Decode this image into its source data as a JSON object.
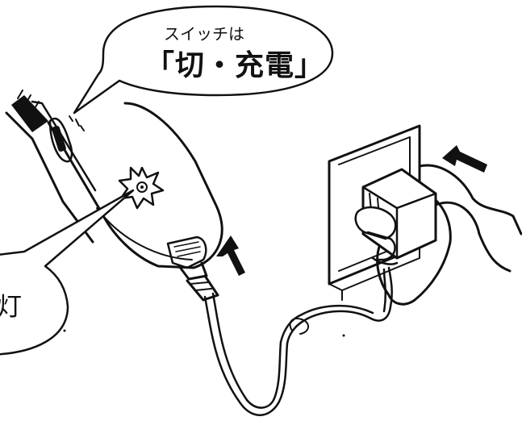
{
  "callouts": {
    "switch": {
      "line1": "スイッチは",
      "line2": "「切・充電」"
    },
    "lamp": {
      "text": "灯"
    }
  },
  "colors": {
    "line": "#111111",
    "background": "#ffffff"
  },
  "icons": [
    "insert-arrow-icon",
    "lamp-burst-icon"
  ]
}
